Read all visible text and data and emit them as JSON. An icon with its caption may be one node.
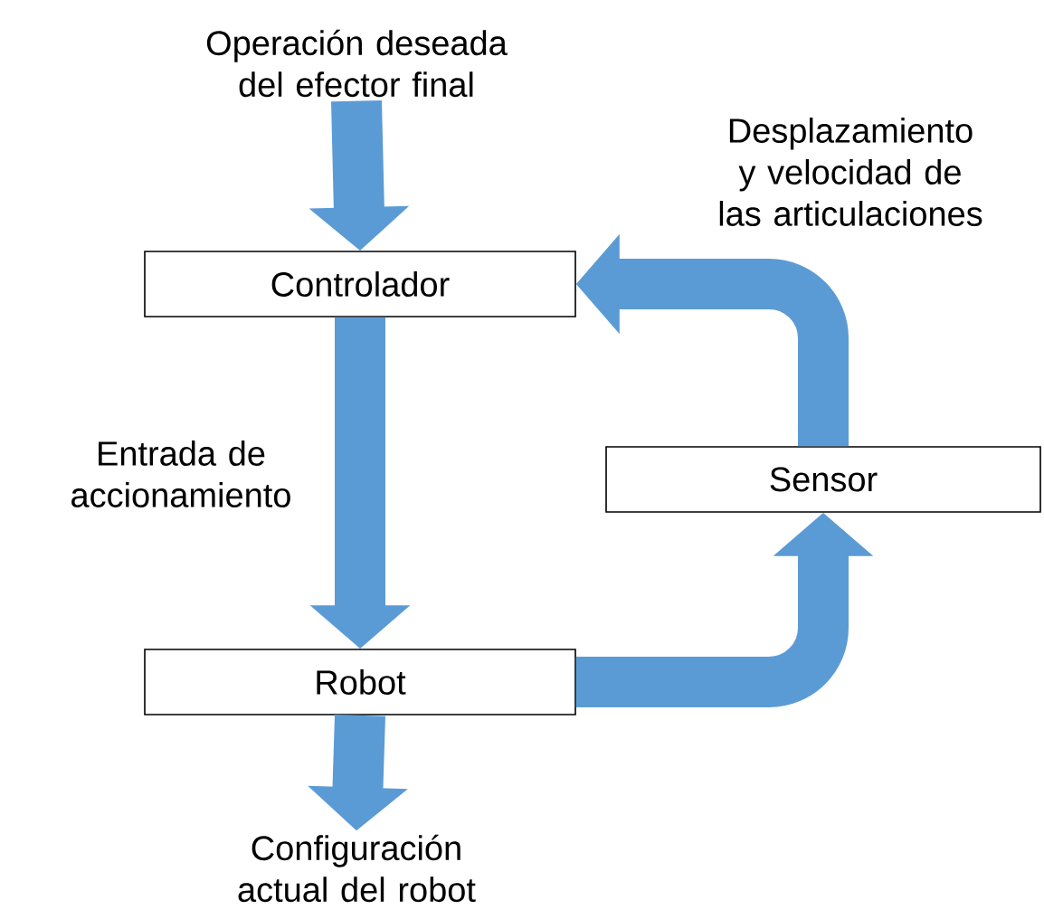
{
  "diagram": {
    "nodes": [
      {
        "text": [
          "Operación deseada del efector final"
        ]
      },
      {
        "text": [
          "Controlador"
        ]
      },
      {
        "text": [
          "Sensor"
        ]
      },
      {
        "text": [
          "Robot"
        ]
      },
      {
        "text": [
          "Configuración actual del robot"
        ]
      }
    ],
    "edges": [
      {
        "from": 0,
        "to": 1,
        "arrow": "to"
      },
      {
        "from": 1,
        "to": 3,
        "arrow": "to",
        "label": "Entrada de accionamiento"
      },
      {
        "from": 3,
        "to": 2,
        "arrow": "to"
      },
      {
        "from": 2,
        "to": 1,
        "arrow": "to",
        "label": "Desplazamiento y velocidad de las articulaciones"
      },
      {
        "from": 3,
        "to": 4,
        "arrow": "to"
      }
    ]
  }
}
